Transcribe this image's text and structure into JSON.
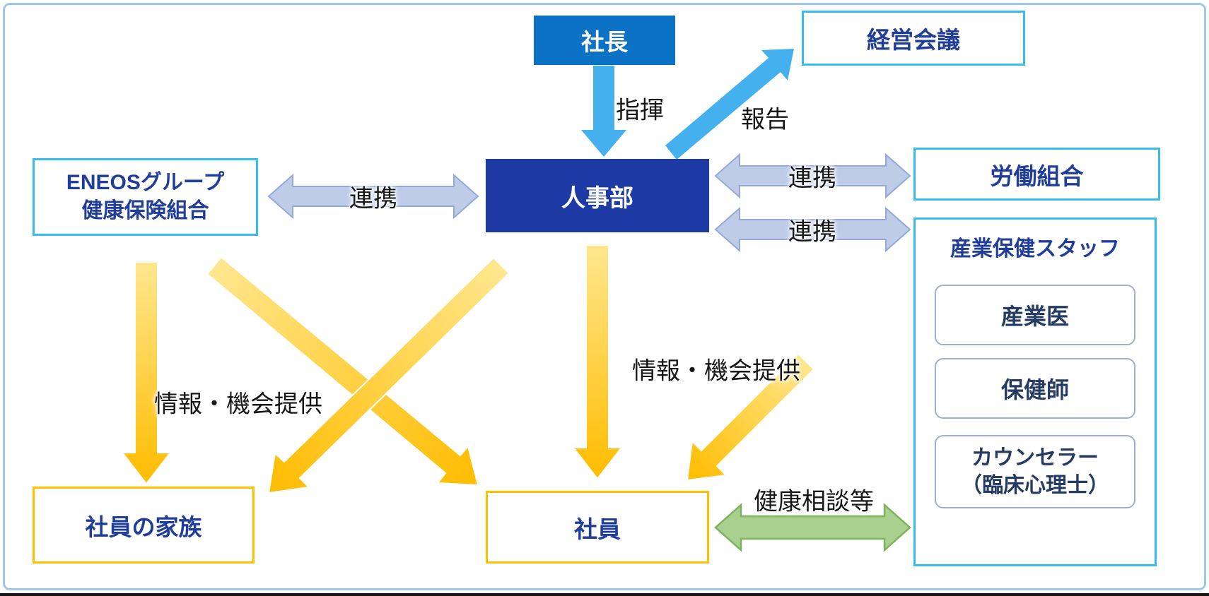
{
  "colors": {
    "accent_cyan": "#36BDEE",
    "gold": "#FFC000",
    "president_fill": "#0B72C6",
    "hr_fill": "#1D3AA5",
    "title_blue": "#1F3D99",
    "inner_navy": "#253B63",
    "blue_arrow": "#45B0EE",
    "link_fill": "#BFCCE8",
    "link_stroke": "#92A9DA",
    "yellow_start": "#FFE78F",
    "yellow_end": "#FFBC00",
    "green_fill": "#A9D08E",
    "green_stroke": "#7FB25E",
    "frame_border": "#9CC9EA"
  },
  "nodes": {
    "president": {
      "label": "社長"
    },
    "management_meeting": {
      "label": "経営会議"
    },
    "hr_department": {
      "label": "人事部"
    },
    "eneos_health_insurance": {
      "label_line1": "ENEOSグループ",
      "label_line2": "健康保険組合"
    },
    "labor_union": {
      "label": "労働組合"
    },
    "occupational_health_staff": {
      "title": "産業保健スタッフ",
      "members": [
        {
          "label": "産業医"
        },
        {
          "label": "保健師"
        },
        {
          "label_line1": "カウンセラー",
          "label_line2": "（臨床心理士）"
        }
      ]
    },
    "employee_family": {
      "label": "社員の家族"
    },
    "employee": {
      "label": "社員"
    }
  },
  "edges": {
    "command": "指揮",
    "report": "報告",
    "link_left": "連携",
    "link_union": "連携",
    "link_staff": "連携",
    "info_left": "情報・機会提供",
    "info_right": "情報・機会提供",
    "health_consult": "健康相談等"
  }
}
